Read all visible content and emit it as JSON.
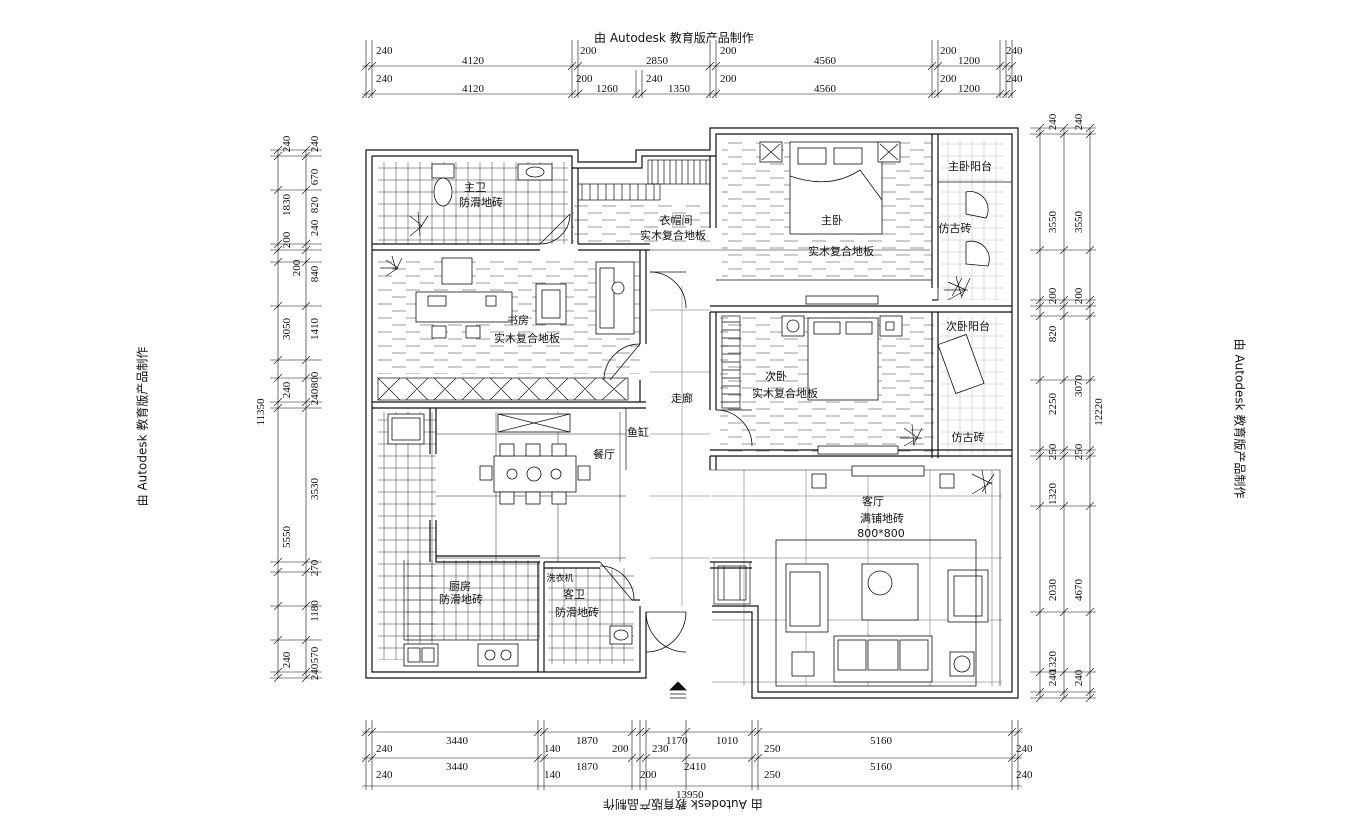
{
  "watermark": "由 Autodesk 教育版产品制作",
  "rooms": {
    "master_bath": {
      "name": "主卫",
      "floor": "防滑地砖"
    },
    "closet": {
      "name": "衣帽间",
      "floor": "实木复合地板"
    },
    "master_bed": {
      "name": "主卧",
      "floor": "实木复合地板"
    },
    "master_balcony": {
      "name": "主卧阳台",
      "floor": "仿古砖"
    },
    "study": {
      "name": "书房",
      "floor": "实木复合地板"
    },
    "second_bed": {
      "name": "次卧",
      "floor": "实木复合地板"
    },
    "second_balcony": {
      "name": "次卧阳台",
      "floor": "仿古砖"
    },
    "corridor": {
      "name": "走廊"
    },
    "dining": {
      "name": "餐厅"
    },
    "fish_tank": {
      "name": "鱼缸"
    },
    "living": {
      "name": "客厅",
      "floor": "满铺地砖",
      "size": "800*800"
    },
    "kitchen": {
      "name": "厨房",
      "floor": "防滑地砖"
    },
    "guest_bath": {
      "name": "客卫",
      "floor": "防滑地砖"
    },
    "laundry": {
      "name": "洗衣机"
    }
  },
  "dims": {
    "top_row1": [
      "240",
      "4120",
      "200",
      "2850",
      "200",
      "4560",
      "200",
      "1200",
      "240"
    ],
    "top_row2": [
      "240",
      "4120",
      "200",
      "1260",
      "240",
      "1350",
      "200",
      "4560",
      "200",
      "1200",
      "240"
    ],
    "bottom_row1": [
      "240",
      "3440",
      "140",
      "1870",
      "200",
      "230",
      "1170",
      "1010",
      "250",
      "5160",
      "240"
    ],
    "bottom_row2": [
      "240",
      "3440",
      "140",
      "1870",
      "200",
      "2410",
      "250",
      "5160",
      "240"
    ],
    "bottom_total": "13950",
    "left_row1": [
      "240",
      "670",
      "820",
      "240",
      "840",
      "1410",
      "800",
      "240",
      "3530",
      "270",
      "1180",
      "570",
      "240"
    ],
    "left_row2": [
      "240",
      "1830",
      "200",
      "200",
      "3050",
      "240",
      "5550",
      "240"
    ],
    "left_total": "11350",
    "right_row1": [
      "240",
      "3550",
      "200",
      "820",
      "2250",
      "250",
      "1320",
      "2030",
      "1320",
      "240"
    ],
    "right_row2": [
      "240",
      "3550",
      "200",
      "3070",
      "250",
      "4670",
      "240"
    ],
    "right_total": "12220"
  },
  "colors": {
    "line": "#111111",
    "wall": "#ffffff",
    "bg": "#ffffff"
  }
}
